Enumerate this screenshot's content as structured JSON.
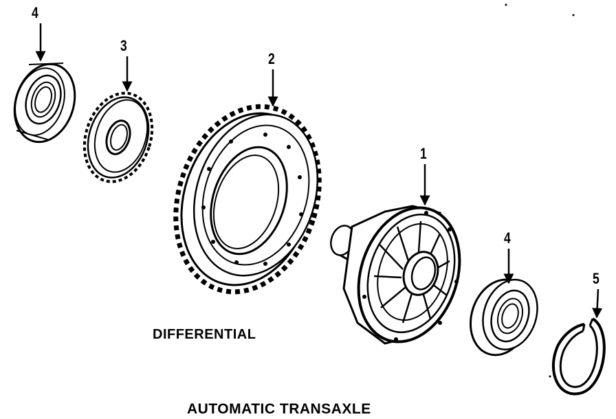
{
  "diagram": {
    "captions": {
      "differential": "DIFFERENTIAL",
      "automatic_transaxle": "AUTOMATIC TRANSAXLE"
    },
    "callouts": {
      "bearing_left": "4",
      "speedometer_gear": "3",
      "ring_gear": "2",
      "differential_case": "1",
      "bearing_right": "4",
      "snap_ring": "5"
    }
  }
}
